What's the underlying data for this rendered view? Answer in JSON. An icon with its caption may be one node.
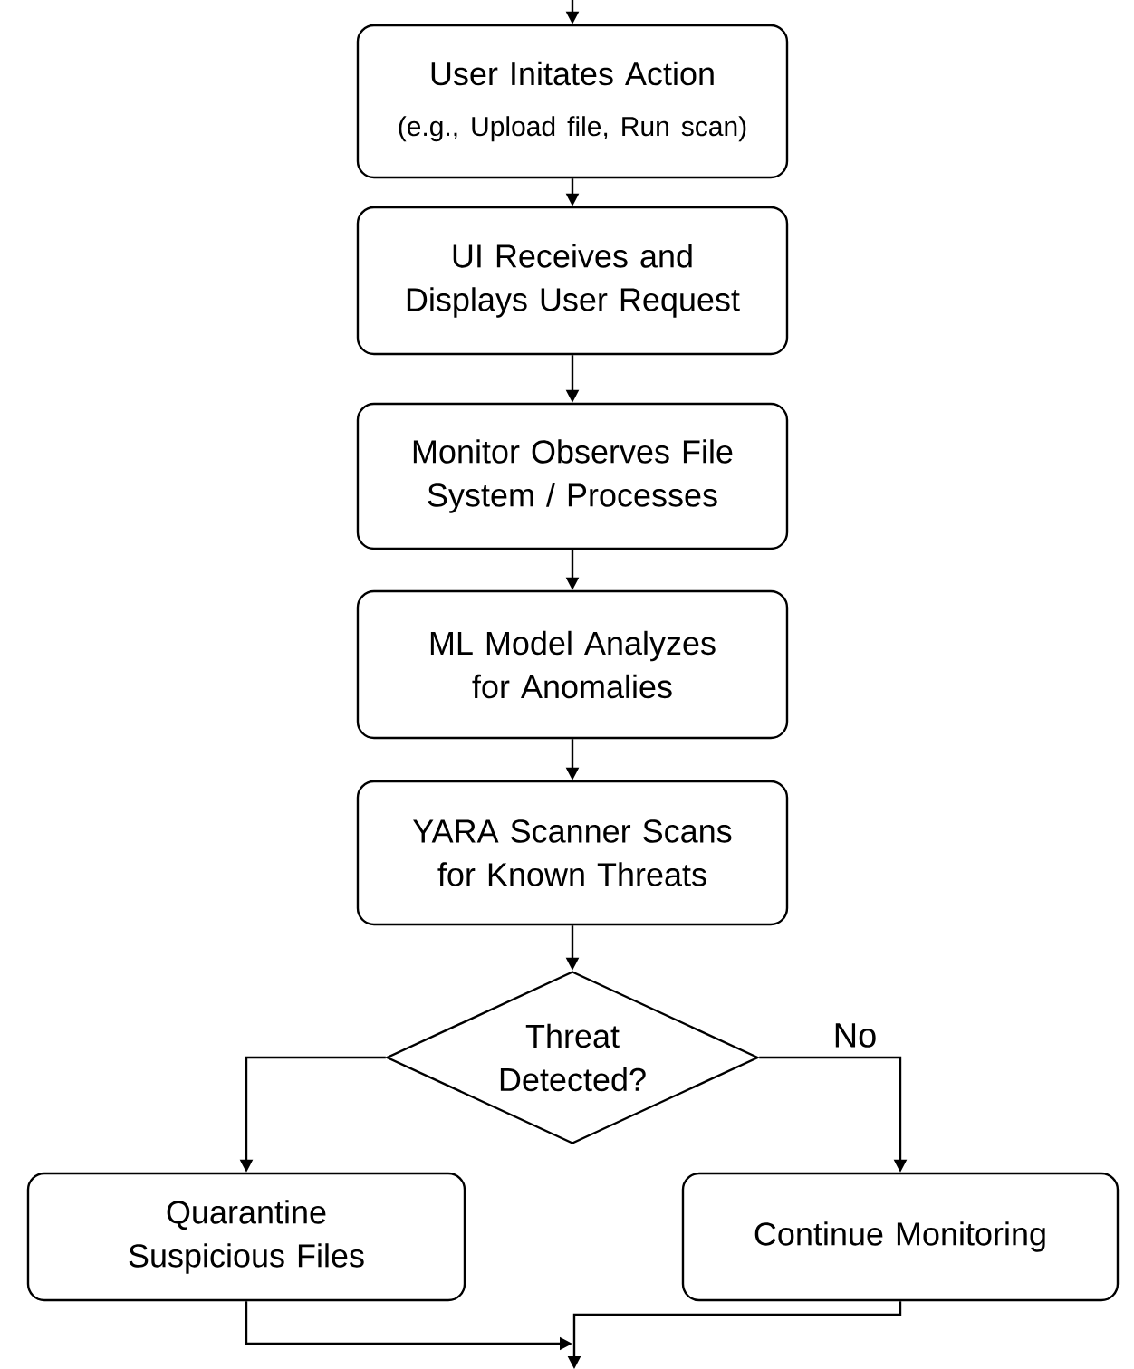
{
  "diagram": {
    "nodes": [
      {
        "text": [
          "User Initates Action",
          "(e.g., Upload file, Run scan)"
        ]
      },
      {
        "text": [
          "UI Receives and Displays User Request"
        ]
      },
      {
        "text": [
          "Monitor Observes File System / Processes"
        ]
      },
      {
        "text": [
          "ML Model Analyzes for Anomalies"
        ]
      },
      {
        "text": [
          "YARA Scanner Scans for Known Threats"
        ]
      },
      {
        "text": [
          "Threat Detected?"
        ]
      },
      {
        "text": [
          "Quarantine Suspicious Files"
        ]
      },
      {
        "text": [
          "Continue Monitoring"
        ]
      }
    ],
    "edges": [
      {
        "from": null,
        "to": 0,
        "arrow": "to"
      },
      {
        "from": 0,
        "to": 1,
        "arrow": "to"
      },
      {
        "from": 1,
        "to": 2,
        "arrow": "to"
      },
      {
        "from": 2,
        "to": 3,
        "arrow": "to"
      },
      {
        "from": 3,
        "to": 4,
        "arrow": "to"
      },
      {
        "from": 4,
        "to": 5,
        "arrow": "to"
      },
      {
        "from": 5,
        "to": 6,
        "arrow": "to"
      },
      {
        "from": 5,
        "to": 7,
        "arrow": "to",
        "label": "No"
      },
      {
        "from": 6,
        "to": null,
        "arrow": "to"
      },
      {
        "from": 7,
        "to": null,
        "arrow": "to"
      }
    ]
  }
}
